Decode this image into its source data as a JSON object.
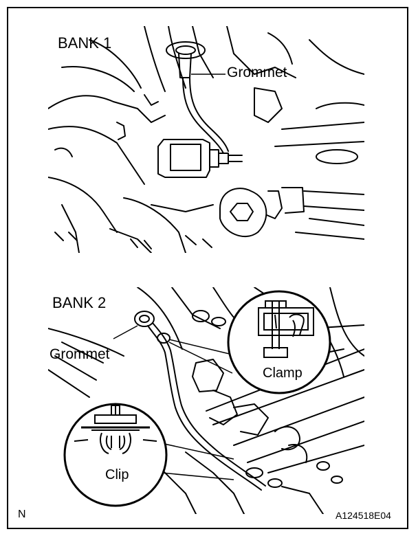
{
  "figure": {
    "bank1": {
      "title": "BANK 1",
      "callouts": {
        "grommet": "Grommet"
      }
    },
    "bank2": {
      "title": "BANK 2",
      "callouts": {
        "grommet": "Grommet",
        "clamp": "Clamp",
        "clip": "Clip"
      }
    },
    "corner_mark": "N",
    "figure_code": "A124518E04"
  },
  "colors": {
    "ink": "#000000",
    "paper": "#ffffff"
  }
}
